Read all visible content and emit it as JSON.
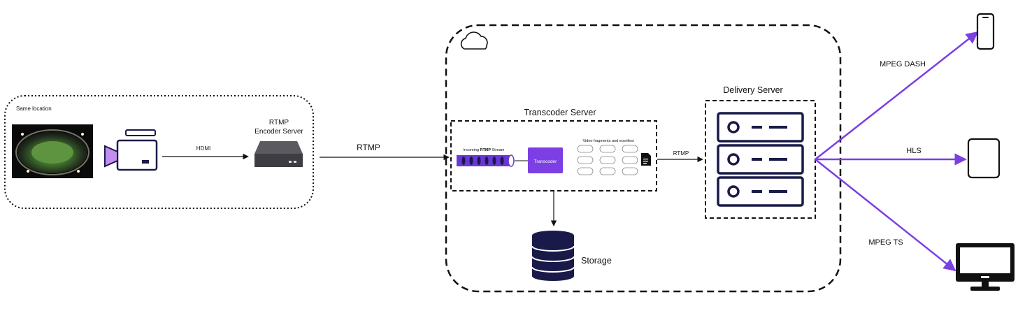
{
  "colors": {
    "stroke": "#111111",
    "accent": "#7b3fe4",
    "accent_light": "#c79bf2",
    "navy": "#1a1a4a",
    "camera_purple": "#c48ef0",
    "encoder_dark": "#3d3d42"
  },
  "location_box": {
    "label": "Same location",
    "stadium_image": "stadium-photo",
    "camera_icon": "video-camera-icon",
    "hdmi_label": "HDMI",
    "encoder_label_line1": "RTMP",
    "encoder_label_line2": "Encoder Server",
    "encoder_icon": "encoder-box-icon"
  },
  "link_rtmp_label": "RTMP",
  "cloud": {
    "icon": "cloud-icon"
  },
  "transcoder": {
    "title": "Transcoder Server",
    "incoming_prefix": "Incoming ",
    "incoming_bold": "RTMP",
    "incoming_suffix": " Stream",
    "transcoder_button": "Transcoder",
    "fragments_label": "Video fragments and manifest",
    "manifest_icon": "document-icon"
  },
  "storage": {
    "label": "Storage",
    "icon": "database-icon"
  },
  "delivery": {
    "title": "Delivery Server",
    "link_label": "RTMP",
    "icon": "server-rack-icon"
  },
  "outputs": [
    {
      "label": "MPEG DASH",
      "device": "phone-icon"
    },
    {
      "label": "HLS",
      "device": "tablet-icon"
    },
    {
      "label": "MPEG TS",
      "device": "monitor-icon"
    }
  ]
}
